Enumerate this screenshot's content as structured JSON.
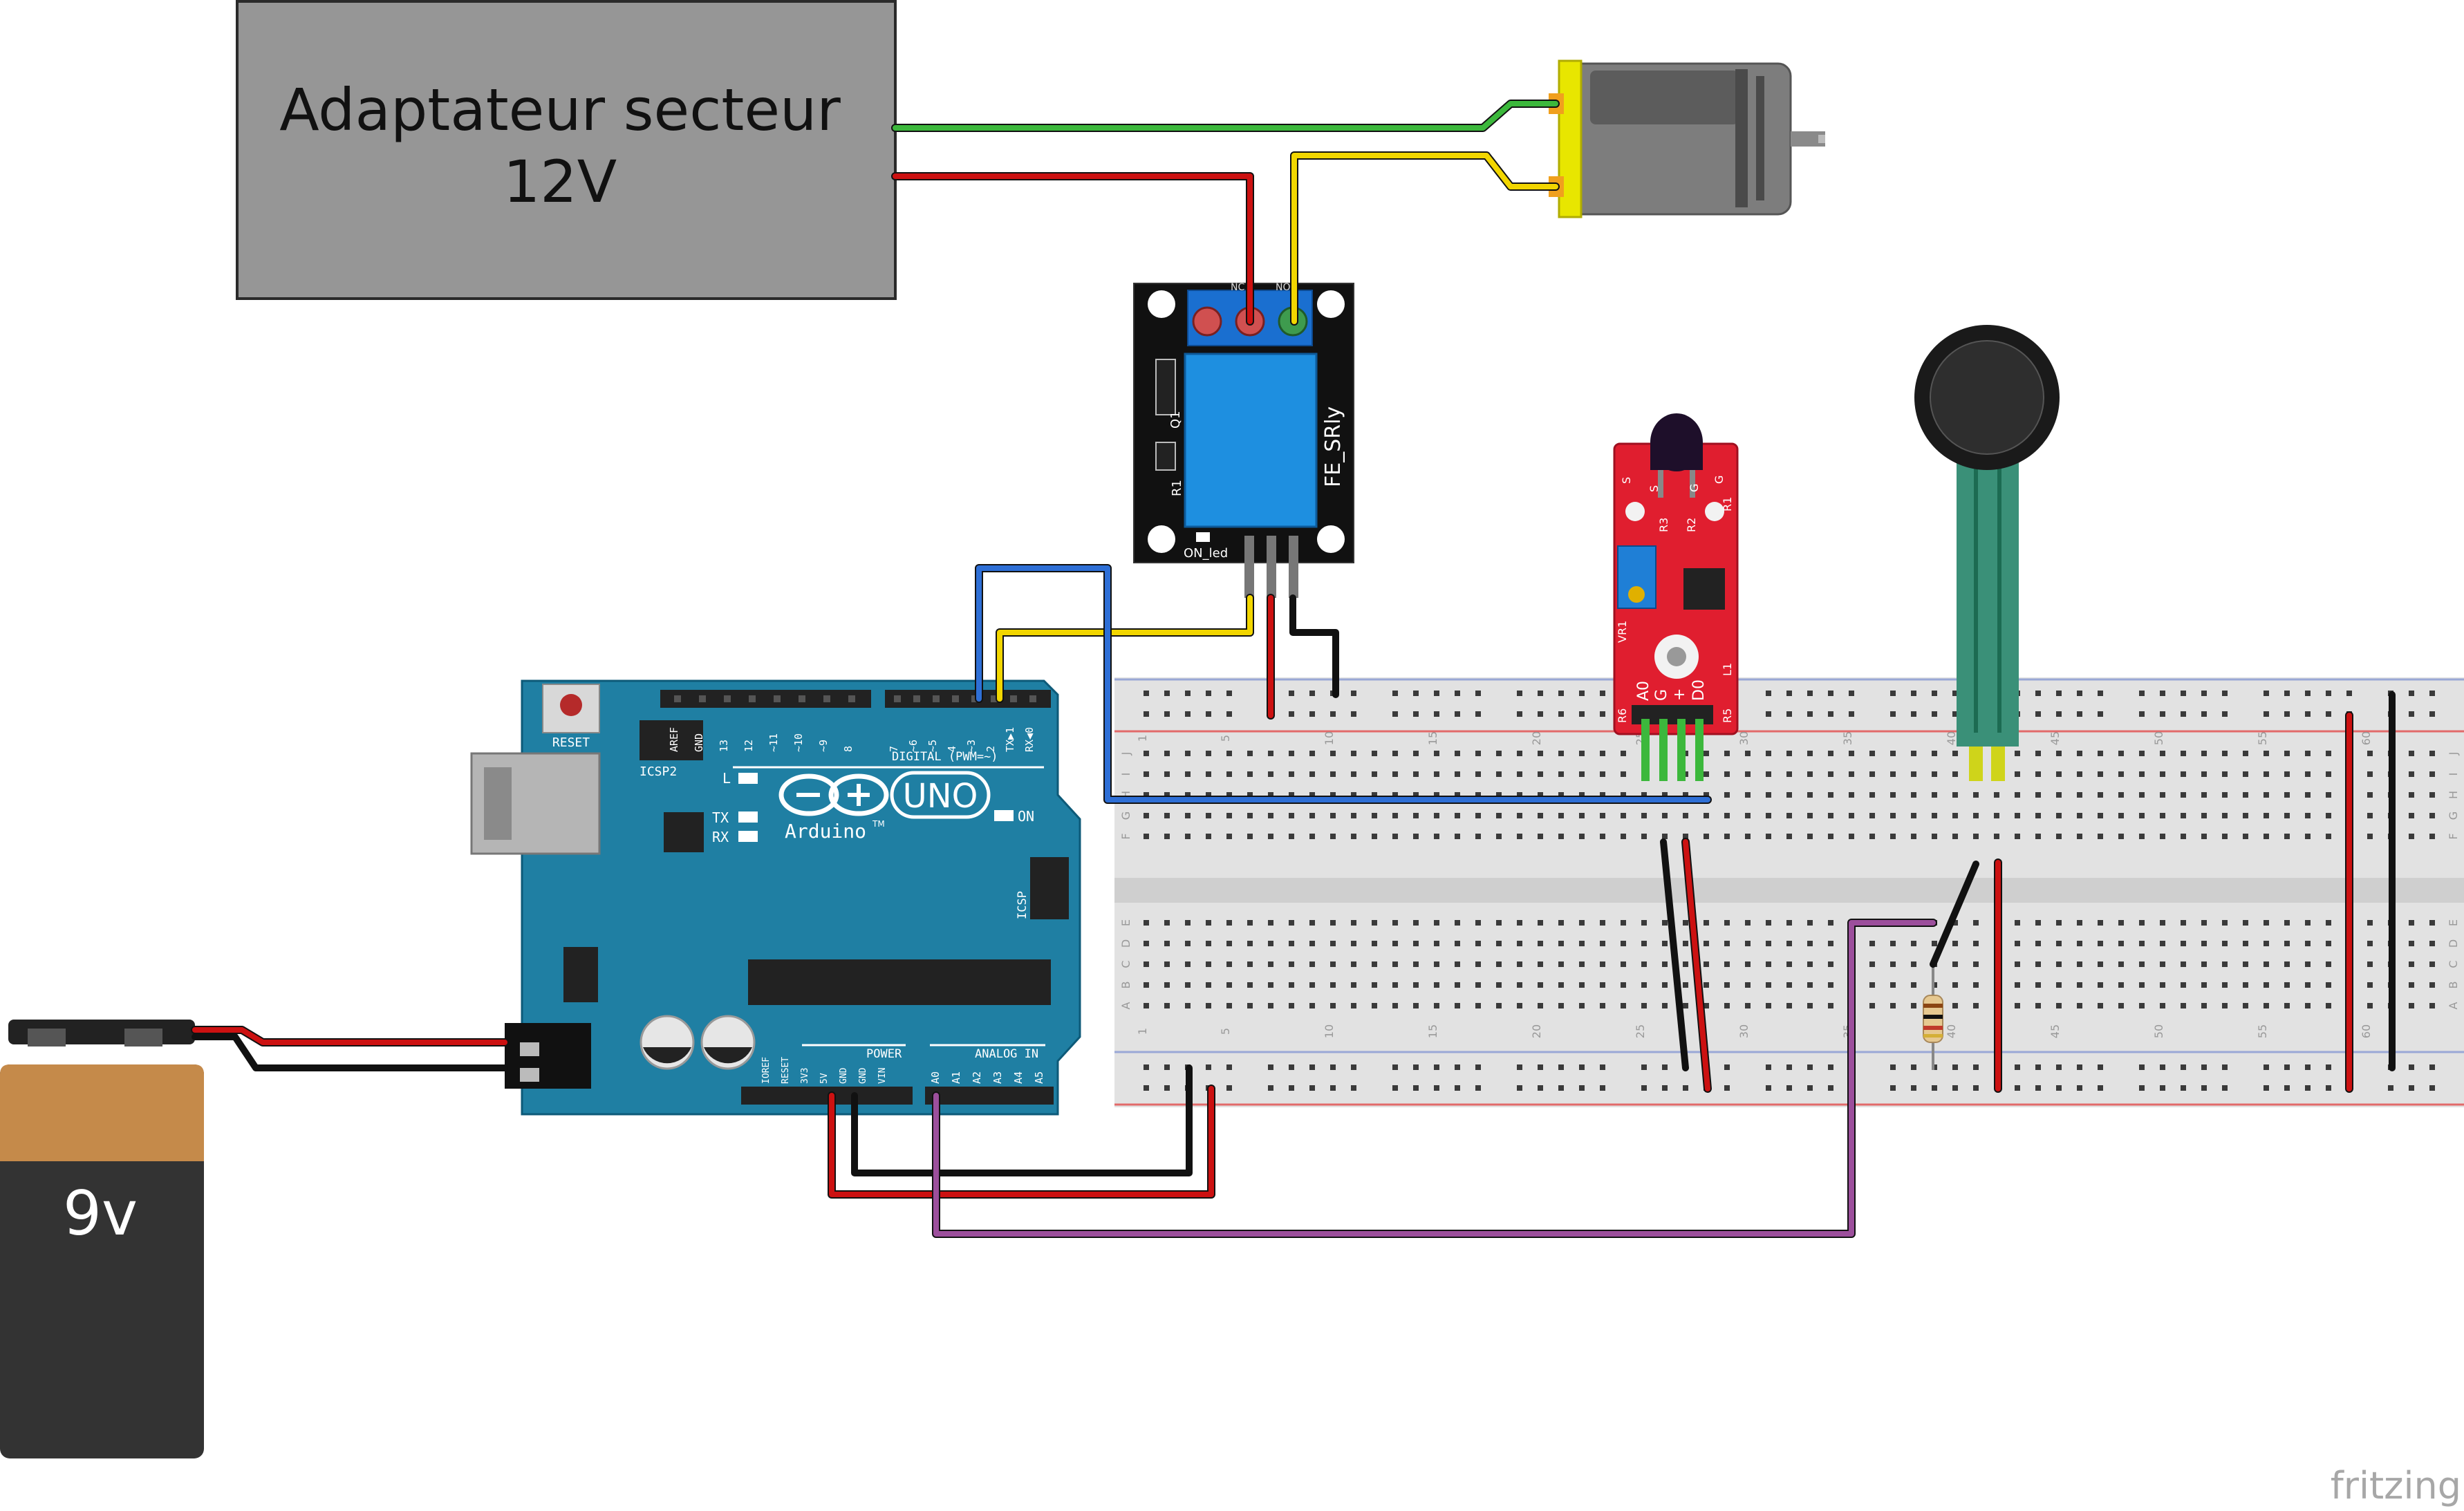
{
  "adapter": {
    "line1": "Adaptateur secteur",
    "line2": "12V"
  },
  "battery": {
    "label": "9v"
  },
  "relay": {
    "name": "FE_SRly",
    "led_label": "ON_led",
    "q1": "Q1",
    "r1": "R1",
    "pins_top": [
      "NC",
      "NO"
    ]
  },
  "arduino": {
    "reset": "RESET",
    "icsp2": "ICSP2",
    "icsp": "ICSP",
    "brand": "Arduino",
    "tm": "TM",
    "model": "UNO",
    "l": "L",
    "tx": "TX",
    "rx": "RX",
    "on": "ON",
    "digital": "DIGITAL (PWM=~)",
    "power": "POWER",
    "analog": "ANALOG IN",
    "digital_pins": [
      "AREF",
      "GND",
      "13",
      "12",
      "~11",
      "~10",
      "~9",
      "8",
      "7",
      "~6",
      "~5",
      "4",
      "~3",
      "2",
      "TX▶1",
      "RX◀0"
    ],
    "power_pins": [
      "IOREF",
      "RESET",
      "3V3",
      "5V",
      "GND",
      "GND",
      "VIN"
    ],
    "analog_pins": [
      "A0",
      "A1",
      "A2",
      "A3",
      "A4",
      "A5"
    ]
  },
  "flame_sensor": {
    "pins": [
      "A0",
      "G",
      "+",
      "D0"
    ],
    "labels": [
      "R6",
      "R5",
      "R3",
      "R2",
      "R1",
      "VR1",
      "L1",
      "S",
      "S",
      "G",
      "G"
    ]
  },
  "breadboard": {
    "col_numbers": [
      "1",
      "5",
      "10",
      "15",
      "20",
      "25",
      "30",
      "35",
      "40",
      "45",
      "50",
      "55",
      "60"
    ],
    "row_letters_top": [
      "J",
      "I",
      "H",
      "G",
      "F"
    ],
    "row_letters_bottom": [
      "E",
      "D",
      "C",
      "B",
      "A"
    ]
  },
  "watermark": "fritzing",
  "colors": {
    "green": "#3cb83c",
    "red": "#cc1111",
    "yellow": "#f2d600",
    "blue": "#2e6fd6",
    "black": "#111111",
    "purple": "#9c4f9c",
    "arduino": "#1f7fa3"
  }
}
